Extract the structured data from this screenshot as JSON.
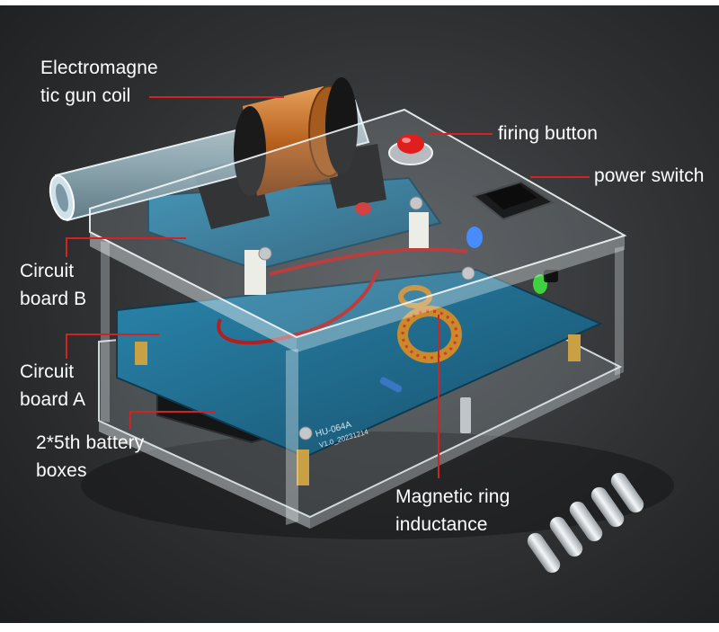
{
  "labels": {
    "coil_line1": "Electromagne",
    "coil_line2": "tic gun coil",
    "firing_button": "firing button",
    "power_switch": "power switch",
    "board_b_line1": "Circuit",
    "board_b_line2": "board B",
    "board_a_line1": "Circuit",
    "board_a_line2": "board A",
    "battery_line1": "2*5th battery",
    "battery_line2": "boxes",
    "inductance_line1": "Magnetic ring",
    "inductance_line2": "inductance"
  },
  "board_text": {
    "board_a_model": "HU-064A",
    "board_a_version": "V1.0_20231214"
  },
  "colors": {
    "leader_line": "#d42222",
    "label_text": "#ffffff",
    "pcb": "#1f6f93",
    "copper_coil": "#c8742c",
    "firing_button": "#e01e1e",
    "blue_led": "#2a7bff",
    "green_led": "#3fd13f"
  }
}
